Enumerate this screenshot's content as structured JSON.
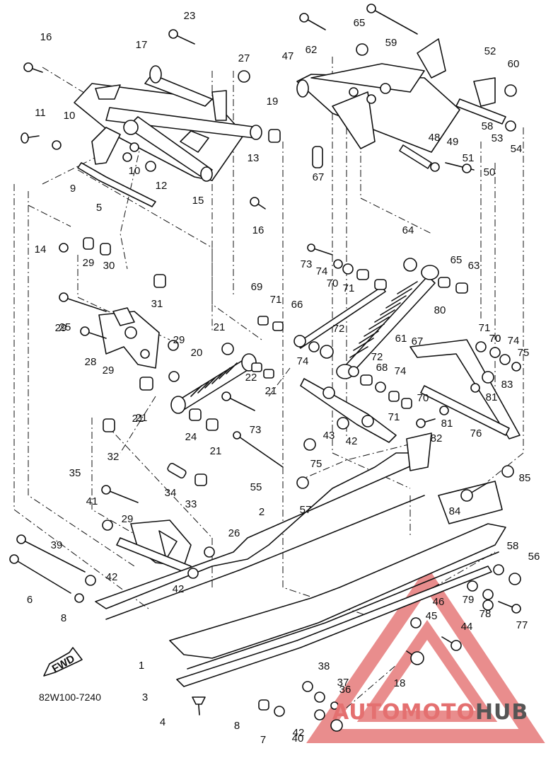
{
  "diagram": {
    "part_code": "82W100-7240",
    "fwd_label": "FWD",
    "watermark": {
      "text_prefix": "A",
      "text_main": "UTOMOTO",
      "text_suffix": "HUB",
      "color_red": "#e06060",
      "color_gray": "#555555"
    },
    "callouts": [
      "1",
      "2",
      "3",
      "4",
      "5",
      "6",
      "7",
      "8",
      "8",
      "9",
      "10",
      "10",
      "11",
      "12",
      "13",
      "14",
      "15",
      "16",
      "16",
      "17",
      "18",
      "19",
      "20",
      "21",
      "21",
      "21",
      "21",
      "21",
      "22",
      "23",
      "24",
      "25",
      "26",
      "27",
      "28",
      "29",
      "29",
      "29",
      "29",
      "29",
      "30",
      "31",
      "32",
      "33",
      "34",
      "35",
      "36",
      "37",
      "38",
      "39",
      "40",
      "41",
      "42",
      "42",
      "42",
      "42",
      "43",
      "44",
      "45",
      "46",
      "47",
      "48",
      "49",
      "50",
      "51",
      "52",
      "53",
      "54",
      "55",
      "56",
      "57",
      "58",
      "58",
      "59",
      "60",
      "61",
      "62",
      "63",
      "64",
      "65",
      "65",
      "66",
      "67",
      "67",
      "68",
      "69",
      "70",
      "70",
      "70",
      "70",
      "71",
      "71",
      "71",
      "71",
      "72",
      "72",
      "73",
      "73",
      "74",
      "74",
      "74",
      "74",
      "75",
      "75",
      "76",
      "77",
      "78",
      "79",
      "80",
      "81",
      "81",
      "82",
      "83",
      "84",
      "85"
    ]
  }
}
